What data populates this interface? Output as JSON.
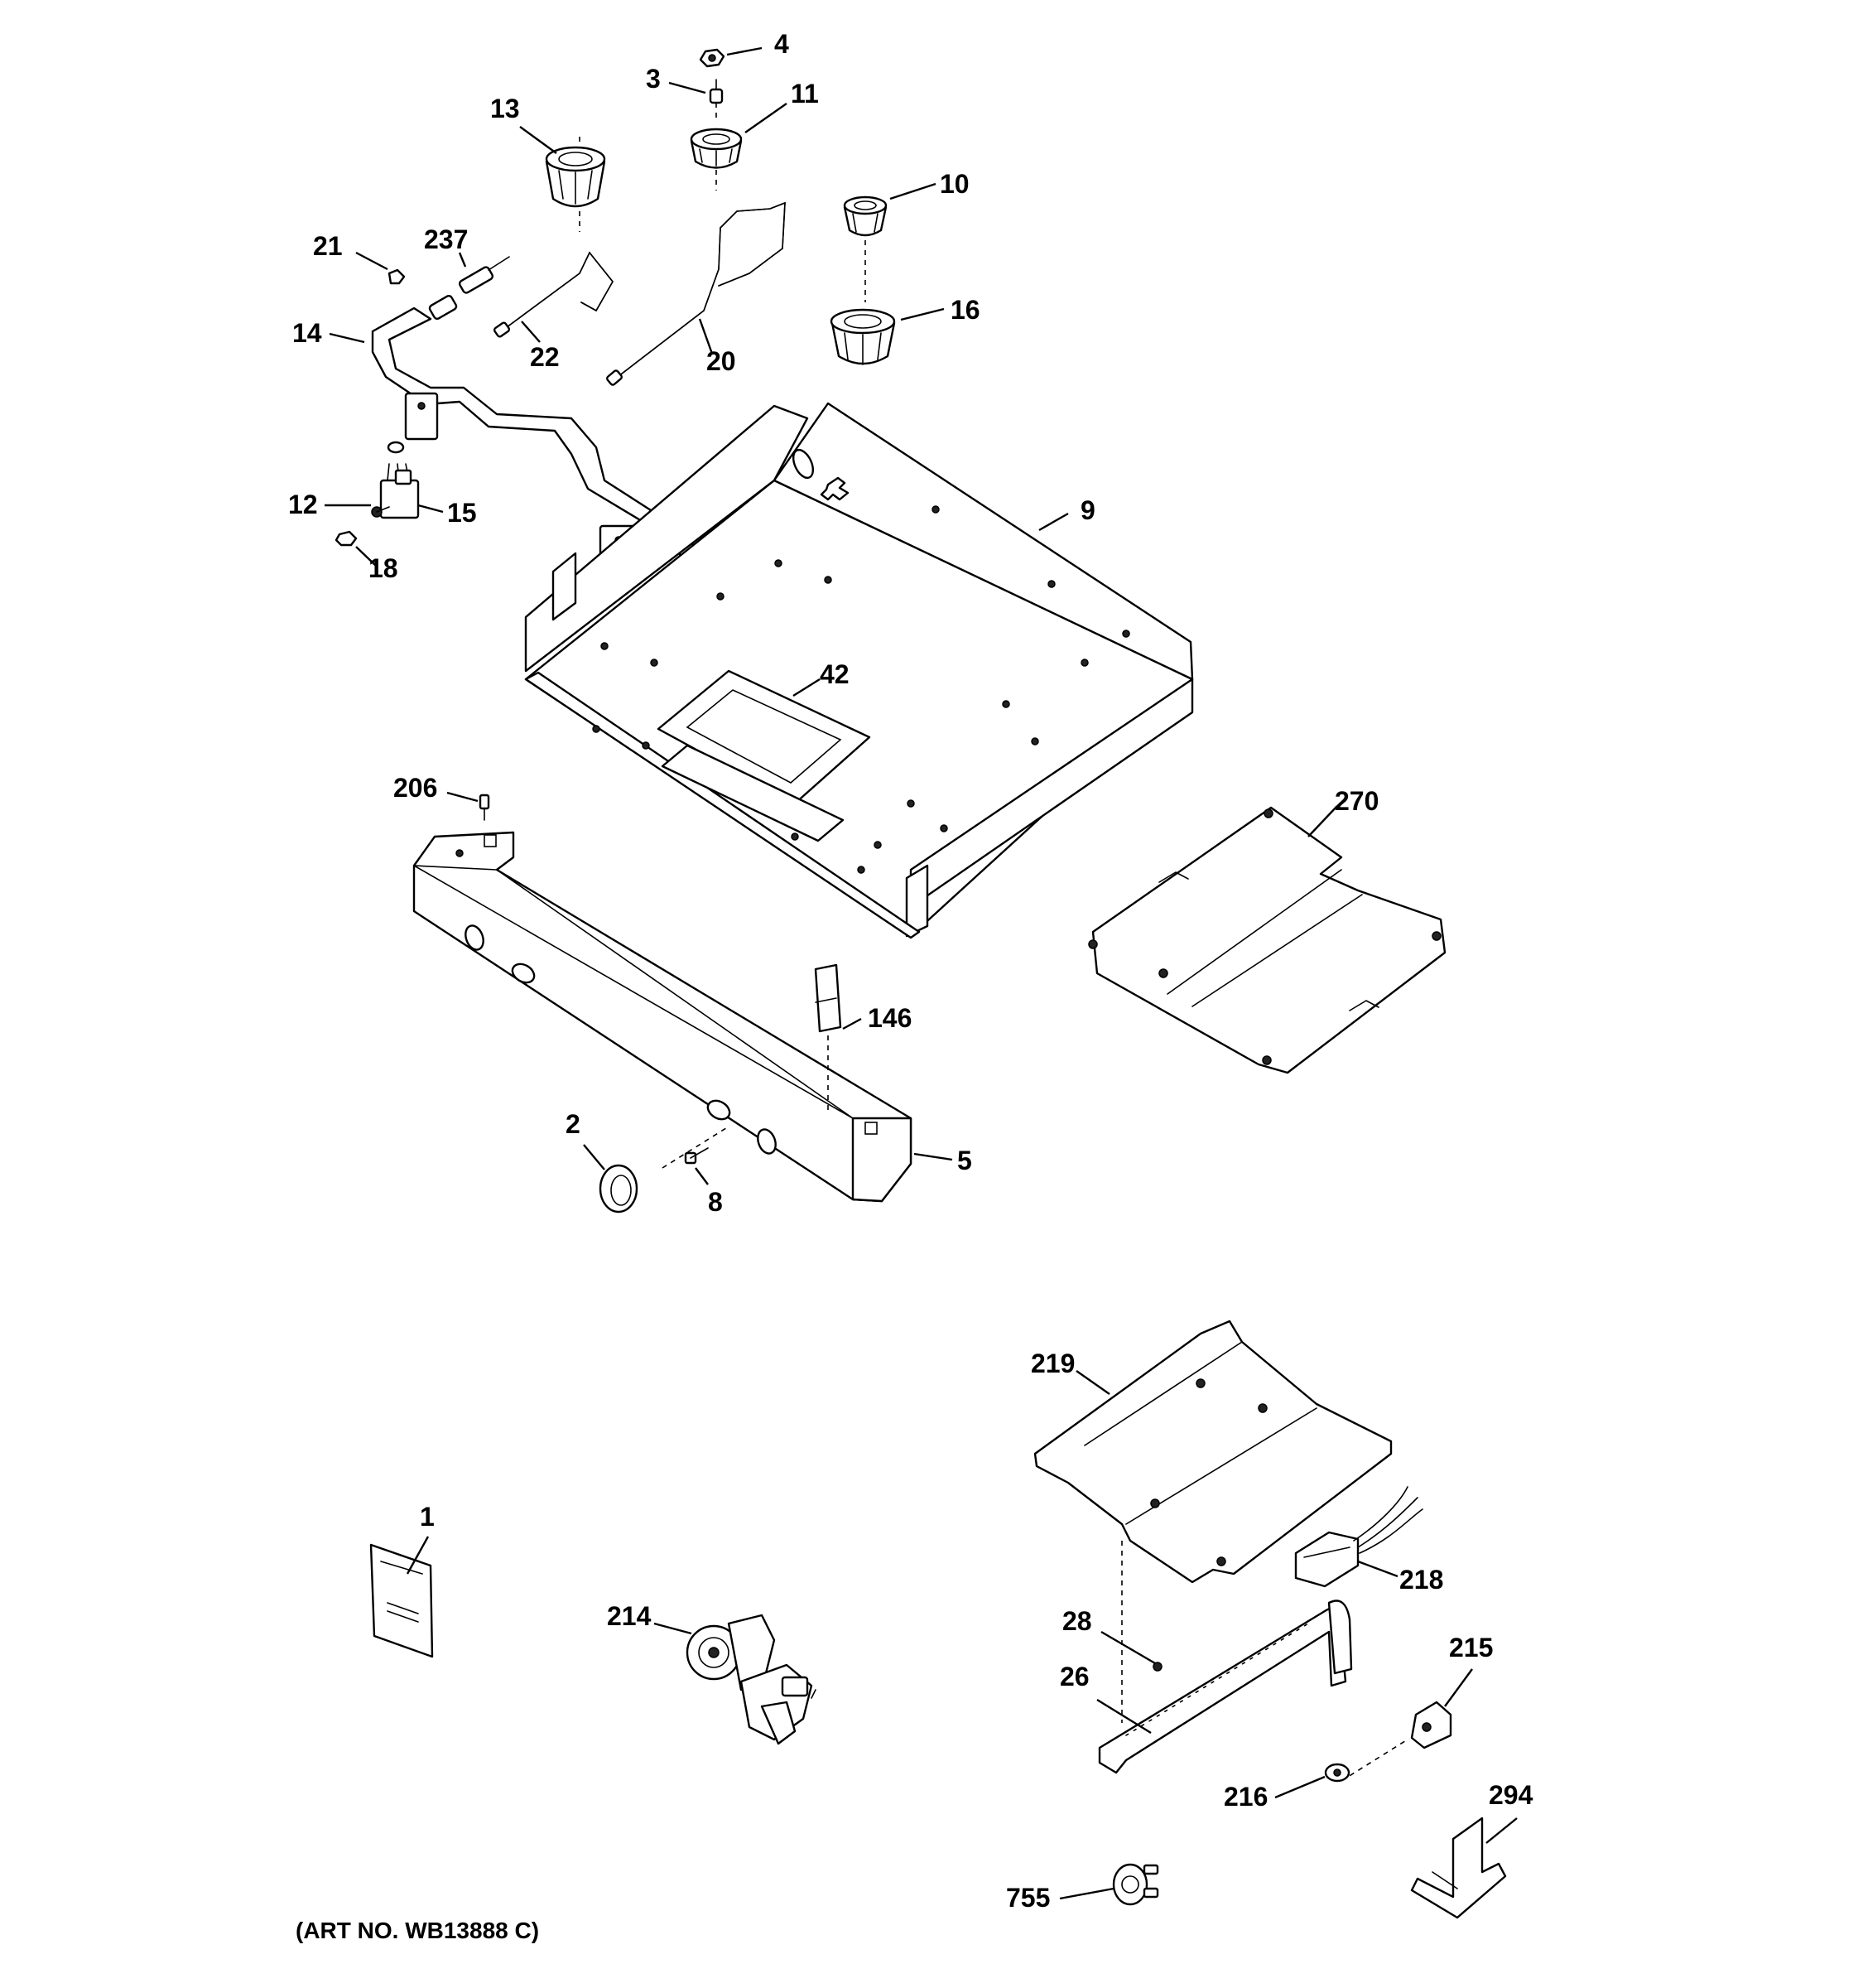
{
  "callouts": {
    "c4": "4",
    "c3": "3",
    "c11": "11",
    "c13": "13",
    "c10": "10",
    "c21": "21",
    "c237": "237",
    "c16": "16",
    "c14": "14",
    "c22": "22",
    "c20": "20",
    "c9": "9",
    "c12": "12",
    "c15": "15",
    "c18": "18",
    "c42": "42",
    "c206": "206",
    "c270": "270",
    "c146": "146",
    "c2": "2",
    "c5": "5",
    "c8": "8",
    "c219": "219",
    "c1": "1",
    "c218": "218",
    "c214": "214",
    "c28": "28",
    "c215": "215",
    "c26": "26",
    "c216": "216",
    "c294": "294",
    "c755": "755"
  },
  "art_number": "(ART NO. WB13888 C)"
}
